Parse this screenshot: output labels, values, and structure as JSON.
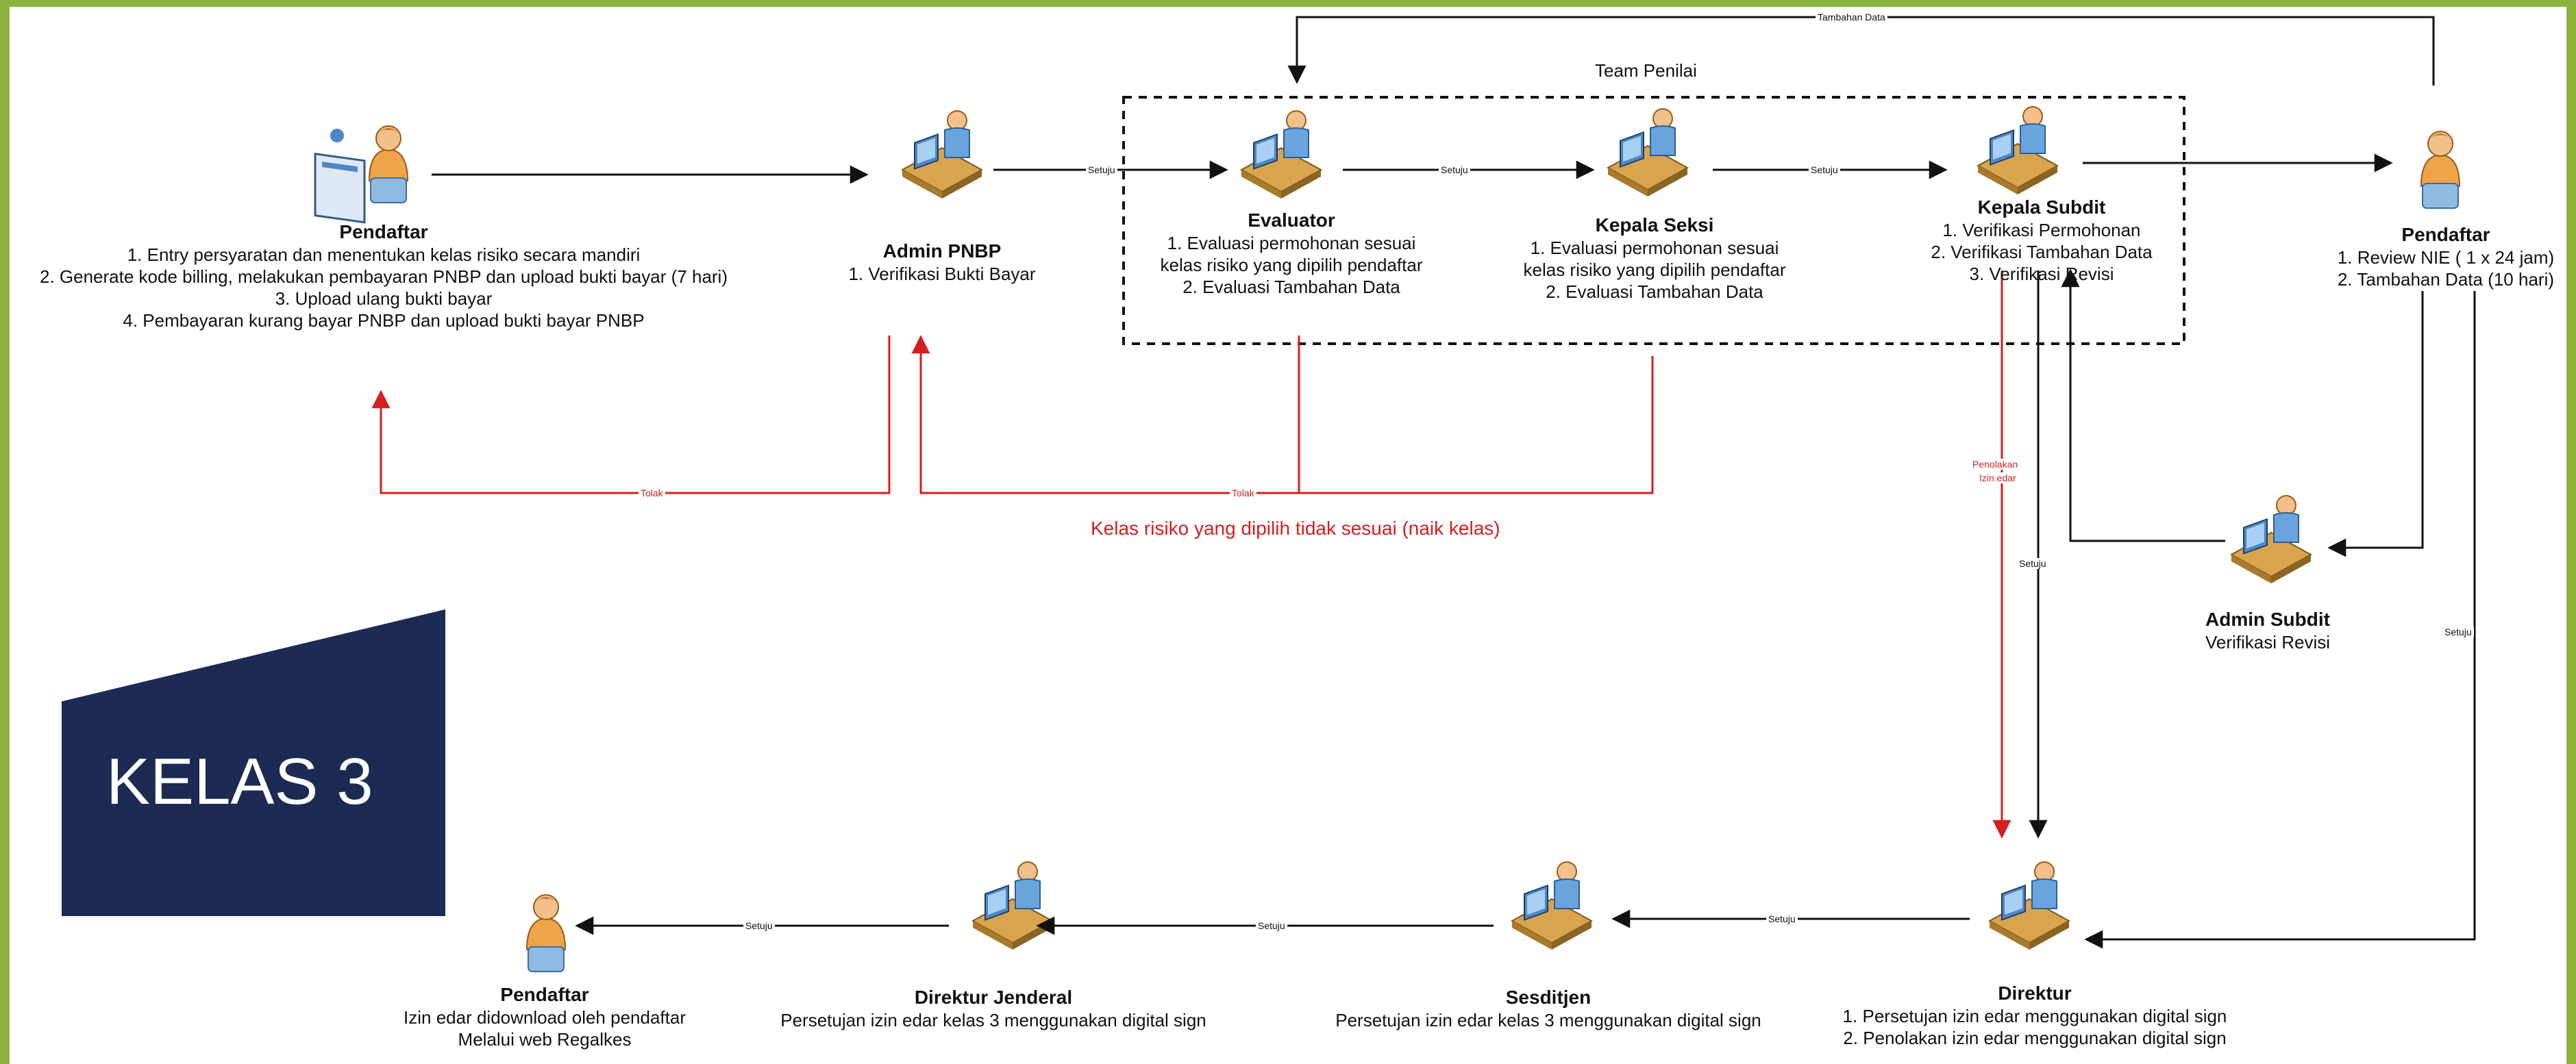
{
  "team_label": "Team Penilai",
  "kelas_label": "KELAS 3",
  "edge_labels": {
    "setuju": "Setuju",
    "tolak": "Tolak",
    "tambahan_data": "Tambahan Data",
    "penolakan_line1": "Penolakan",
    "penolakan_line2": "Izin edar",
    "kelas_risiko_note": "Kelas risiko yang dipilih tidak sesuai (naik kelas)"
  },
  "nodes": {
    "pendaftar1": {
      "title": "Pendaftar",
      "lines": [
        "1. Entry persyaratan dan menentukan kelas risiko secara mandiri",
        "2. Generate kode billing, melakukan pembayaran PNBP dan upload bukti bayar (7 hari)",
        "3. Upload ulang bukti bayar",
        "4. Pembayaran kurang bayar PNBP dan upload bukti bayar PNBP"
      ]
    },
    "admin_pnbp": {
      "title": "Admin PNBP",
      "lines": [
        "1. Verifikasi Bukti Bayar"
      ]
    },
    "evaluator": {
      "title": "Evaluator",
      "lines": [
        "1. Evaluasi permohonan sesuai",
        "kelas risiko yang dipilih pendaftar",
        "2. Evaluasi Tambahan Data"
      ]
    },
    "kepala_seksi": {
      "title": "Kepala Seksi",
      "lines": [
        "1. Evaluasi permohonan sesuai",
        "kelas risiko yang dipilih pendaftar",
        "2. Evaluasi Tambahan Data"
      ]
    },
    "kepala_subdit": {
      "title": "Kepala Subdit",
      "lines": [
        "1. Verifikasi Permohonan",
        "2. Verifikasi Tambahan Data",
        "3. Verifikasi Revisi"
      ]
    },
    "pendaftar2": {
      "title": "Pendaftar",
      "lines": [
        "1. Review NIE ( 1 x 24 jam)",
        "2. Tambahan Data (10 hari)"
      ]
    },
    "admin_subdit": {
      "title": "Admin Subdit",
      "lines": [
        "Verifikasi Revisi"
      ]
    },
    "direktur": {
      "title": "Direktur",
      "lines": [
        "1. Persetujan izin edar menggunakan digital sign",
        "2. Penolakan izin edar menggunakan digital sign"
      ]
    },
    "sesditjen": {
      "title": "Sesditjen",
      "lines": [
        "Persetujan izin edar kelas 3 menggunakan digital sign"
      ]
    },
    "dirjen": {
      "title": "Direktur Jenderal",
      "lines": [
        "Persetujan izin edar kelas 3 menggunakan digital sign"
      ]
    },
    "pendaftar3": {
      "title": "Pendaftar",
      "lines": [
        "Izin edar didownload oleh pendaftar",
        "Melalui web Regalkes"
      ]
    }
  },
  "colors": {
    "frame": "#8db33c",
    "kelas_box": "#1c2a54",
    "reject_red": "#d51f1f"
  }
}
